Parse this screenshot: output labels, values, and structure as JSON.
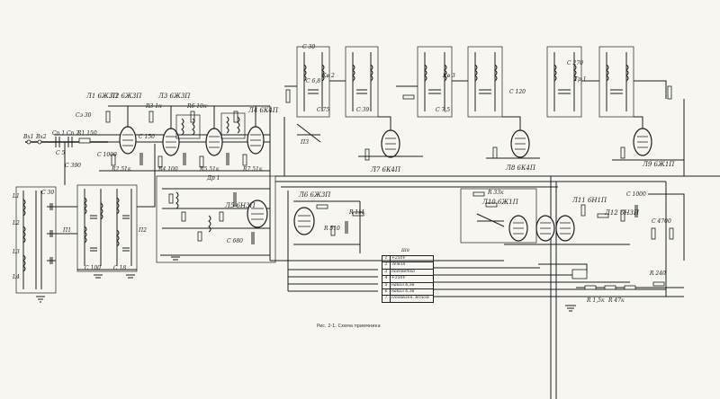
{
  "caption": "Рис. 2-1. Схема приемника",
  "connector": {
    "title": "Ш8",
    "rows": [
      {
        "n": "1",
        "label": "+250V"
      },
      {
        "n": "2",
        "label": "Земля"
      },
      {
        "n": "3",
        "label": "подсветка"
      },
      {
        "n": "4",
        "label": "+150V"
      },
      {
        "n": "5",
        "label": "накал 6,3в"
      },
      {
        "n": "6",
        "label": "накал 6,3в"
      },
      {
        "n": "7",
        "label": "Подавлен. Ясном"
      }
    ]
  },
  "labels": {
    "tubes": [
      "Л1 6Ж3П",
      "Л2 6Ж3П",
      "Л3 6Ж3П",
      "Л4 6К4П",
      "Л5 6Н3П",
      "Л6 6Ж3П",
      "Л7 6К4П",
      "Л8 6К4П",
      "Л9 6Ж1П",
      "Л10 6Ж1П",
      "Л11 6Н1П",
      "Л12 6Н3П"
    ],
    "parts": [
      "Вх1",
      "Вх2",
      "Сп 1",
      "Сп 2",
      "Сэ 30",
      "L1",
      "L2",
      "L3",
      "L4",
      "R1 150",
      "R2 51к",
      "R3 1к",
      "R4 100",
      "R5 51к",
      "R6 10к",
      "R7 51к",
      "C 30",
      "C 5",
      "C 390",
      "C 1000",
      "C 150",
      "C 18",
      "C 100",
      "C 680",
      "C 6,8",
      "C 30",
      "C 75",
      "C 39",
      "C 7,5",
      "Кв 2",
      "Кв 3",
      "П1",
      "П2",
      "П3",
      "Др 1",
      "Тр 1",
      "R 510",
      "R 1М",
      "R 33к",
      "C 270",
      "C 120",
      "C 1000",
      "R 1,5к",
      "R 47к",
      "R 240",
      "C 4700"
    ]
  }
}
